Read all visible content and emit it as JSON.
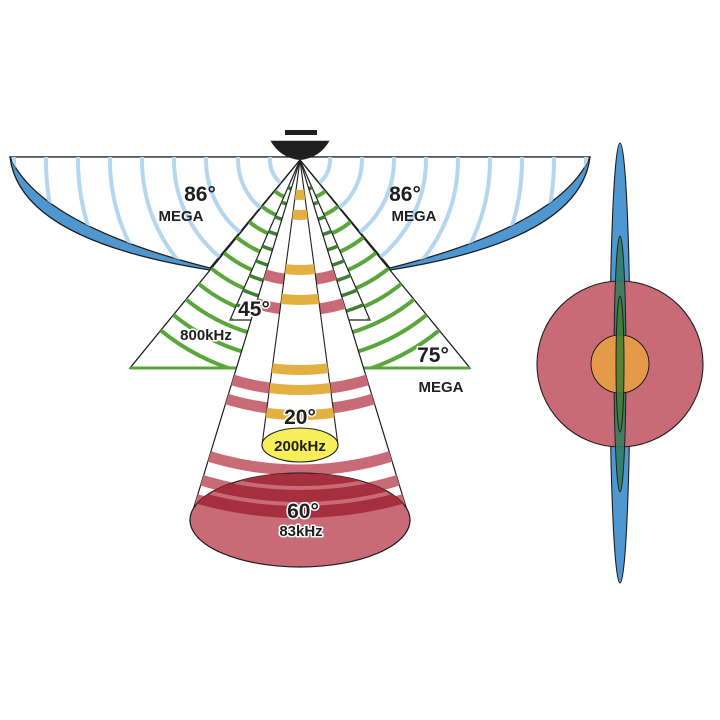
{
  "beams": {
    "mega_left": {
      "angle": "86°",
      "freq": "MEGA"
    },
    "mega_right": {
      "angle": "86°",
      "freq": "MEGA"
    },
    "khz800": {
      "angle": "45°",
      "freq": "800kHz"
    },
    "mega75": {
      "angle": "75°",
      "freq": "MEGA"
    },
    "khz200": {
      "angle": "20°",
      "freq": "200kHz"
    },
    "khz83": {
      "angle": "60°",
      "freq": "83kHz"
    }
  },
  "colors": {
    "mega_side": "#4f97d0",
    "mega_arc": "#b4d6ee",
    "green": "#5aa63b",
    "dark_green": "#3f7f33",
    "red": "#a52f3d",
    "red_light": "#c96b77",
    "gold": "#e2b141",
    "yellow": "#f7ef5a",
    "orange": "#e59a4a",
    "outline": "#1f1f1f"
  }
}
